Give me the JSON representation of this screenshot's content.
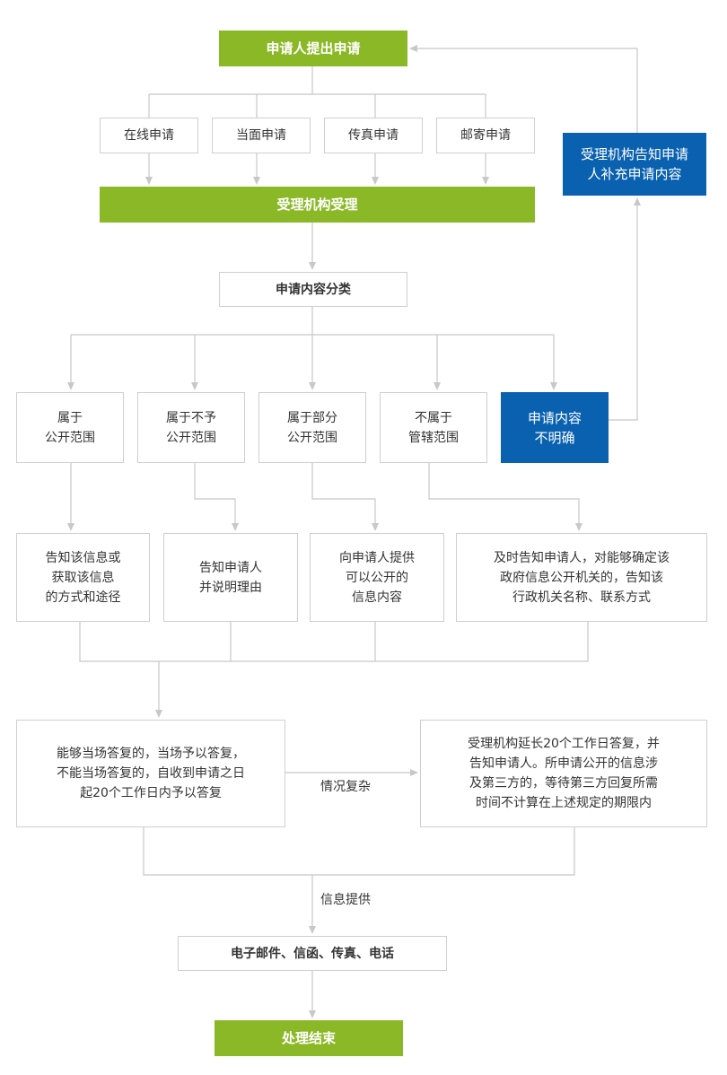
{
  "nodes": {
    "start": "申请人提出申请",
    "online": "在线申请",
    "in_person": "当面申请",
    "fax": "传真申请",
    "mail": "邮寄申请",
    "accept": "受理机构受理",
    "classify": "申请内容分类",
    "notify_supplement": "受理机构告知申请\n人补充申请内容",
    "cat_public": "属于\n公开范围",
    "cat_not_public": "属于不予\n公开范围",
    "cat_partial": "属于部分\n公开范围",
    "cat_outside": "不属于\n管辖范围",
    "cat_unclear": "申请内容\n不明确",
    "res_public": "告知该信息或\n获取该信息\n的方式和途径",
    "res_not_public": "告知申请人\n并说明理由",
    "res_partial": "向申请人提供\n可以公开的\n信息内容",
    "res_outside": "及时告知申请人，对能够确定该\n政府信息公开机关的，告知该\n行政机关名称、联系方式",
    "reply": "能够当场答复的，当场予以答复，\n不能当场答复的，自收到申请之日\n起20个工作日内予以答复",
    "extend": "受理机构延长20个工作日答复，并\n告知申请人。所申请公开的信息涉\n及第三方的，等待第三方回复所需\n时间不计算在上述规定的期限内",
    "channels": "电子邮件、信函、传真、电话",
    "end": "处理结束"
  },
  "labels": {
    "complex": "情况复杂",
    "provide": "信息提供"
  },
  "colors": {
    "green": "#8bb827",
    "blue": "#0a61b0",
    "line": "#c8c8c8"
  }
}
